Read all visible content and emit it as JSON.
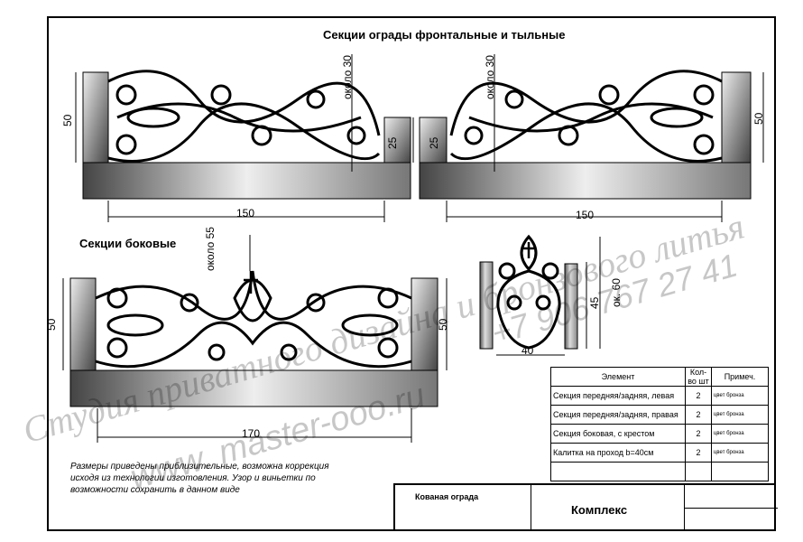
{
  "titles": {
    "front": "Секции ограды фронтальные и тыльные",
    "side": "Секции боковые"
  },
  "dimensions": {
    "h50": "50",
    "h25": "25",
    "w150": "150",
    "w170": "170",
    "w40": "40",
    "h45": "45",
    "about30": "около 30",
    "about55": "около 55",
    "about60": "ок. 60"
  },
  "note": "Размеры приведены приблизительные, возможна коррекция исходя из технологии изготовления. Узор и виньетки по возможности сохранить в данном виде",
  "table": {
    "headers": [
      "Элемент",
      "Кол-во шт",
      "Примеч."
    ],
    "rows": [
      {
        "name": "Секция передняя/задняя, левая",
        "qty": "2",
        "note": "цвет бронза"
      },
      {
        "name": "Секция передняя/задняя, правая",
        "qty": "2",
        "note": "цвет бронза"
      },
      {
        "name": "Секция боковая, с крестом",
        "qty": "2",
        "note": "цвет бронза"
      },
      {
        "name": "Калитка на проход b=40см",
        "qty": "2",
        "note": "цвет бронза"
      }
    ]
  },
  "stamp": {
    "left": "Кованая ограда",
    "center": "Комплекс"
  },
  "watermarks": [
    "Студия приватного дизайна и бронзового литья",
    "www. master-ooo.ru",
    "+7 906 767 27 41"
  ]
}
